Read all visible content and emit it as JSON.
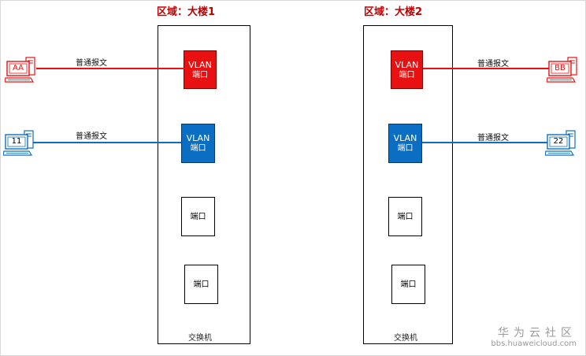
{
  "regions": [
    {
      "title": "区域：大楼1",
      "switch_label": "交换机"
    },
    {
      "title": "区域：大楼2",
      "switch_label": "交换机"
    }
  ],
  "ports": {
    "vlan_line1": "VLAN",
    "vlan_line2": "端口",
    "plain": "端口"
  },
  "links": {
    "label": "普通报文"
  },
  "hosts": {
    "left_red": "AA",
    "left_blue": "11",
    "right_red": "BB",
    "right_blue": "22"
  },
  "colors": {
    "red": "#e81010",
    "blue": "#0a6fc2",
    "title_red": "#c00000"
  },
  "watermark": {
    "cn": "华为云社区",
    "en": "bbs.huaweicloud.com"
  }
}
